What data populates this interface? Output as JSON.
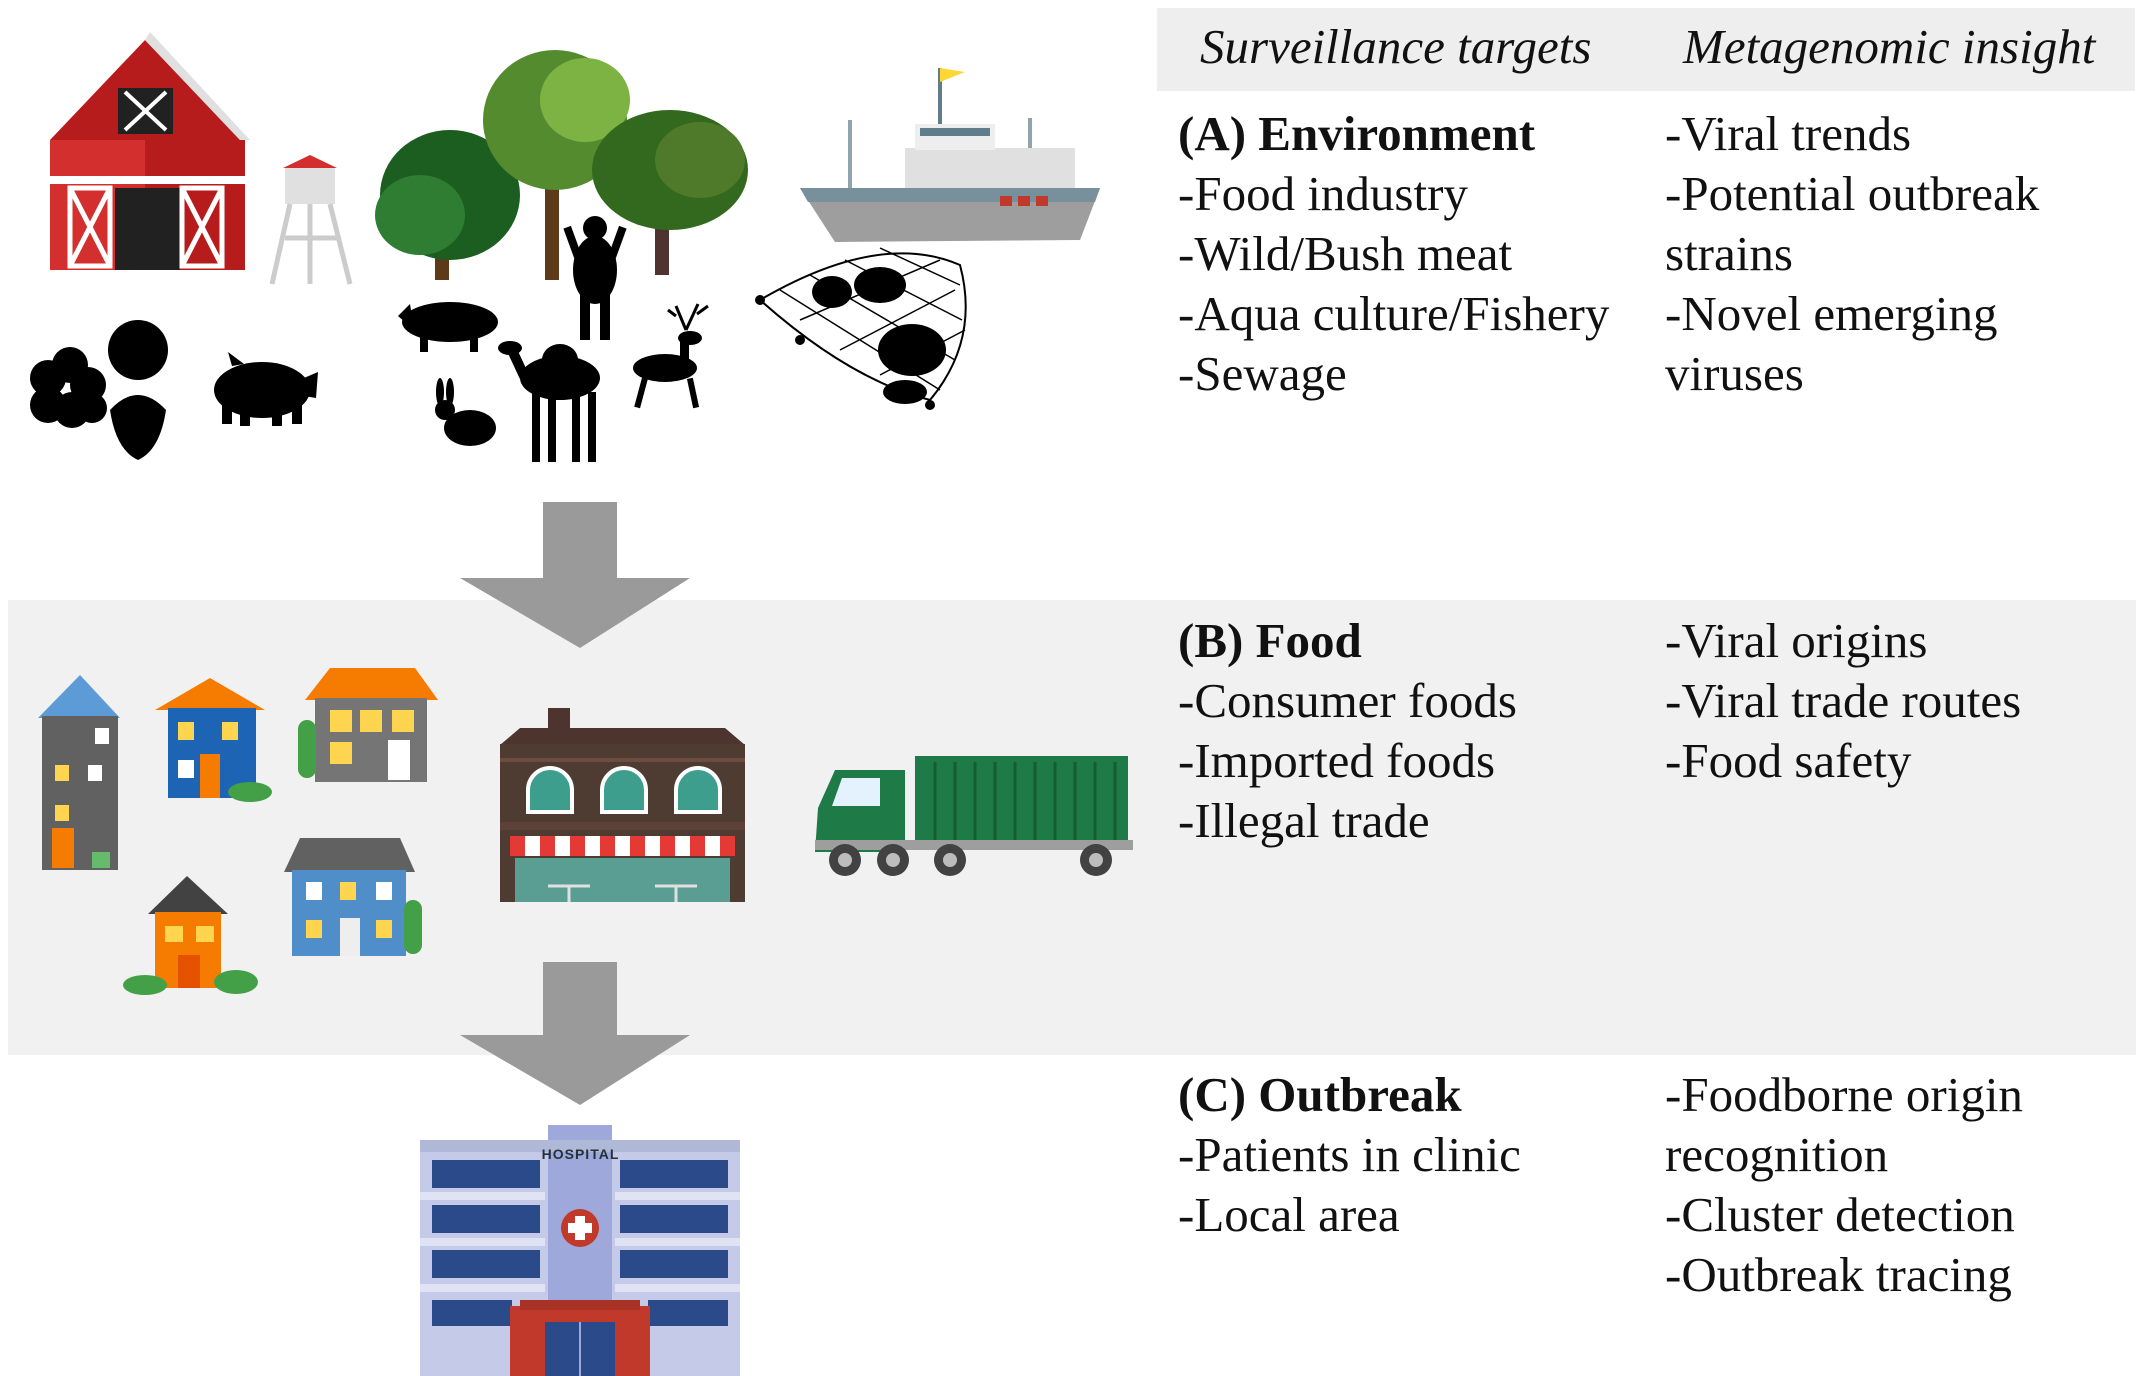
{
  "header": {
    "targets_label": "Surveillance targets",
    "insight_label": "Metagenomic insight"
  },
  "sections": {
    "environment": {
      "title": "(A) Environment",
      "targets": [
        "-Food industry",
        "-Wild/Bush meat",
        "-Aqua culture/Fishery",
        "-Sewage"
      ],
      "insights": [
        "-Viral trends",
        "-Potential outbreak strains",
        "-Novel emerging viruses"
      ]
    },
    "food": {
      "title": "(B) Food",
      "targets": [
        "-Consumer foods",
        "-Imported foods",
        "-Illegal trade"
      ],
      "insights": [
        "-Viral origins",
        "-Viral trade routes",
        "-Food safety"
      ]
    },
    "outbreak": {
      "title": "(C) Outbreak",
      "targets": [
        "-Patients in clinic",
        "-Local area"
      ],
      "insights": [
        "-Foodborne origin recognition",
        "-Cluster detection",
        "-Outbreak tracing"
      ]
    }
  },
  "illustrations": {
    "hospital_sign": "HOSPITAL",
    "icons": [
      "barn-icon",
      "water-tower-icon",
      "trees-icon",
      "fishing-ship-icon",
      "fishing-net-icon",
      "food-silhouettes-icon",
      "wild-animals-icon",
      "houses-icon",
      "restaurant-icon",
      "truck-icon",
      "hospital-icon",
      "down-arrow-icon"
    ]
  },
  "colors": {
    "band": "#f1f1f1",
    "header_band": "#eeeeee",
    "arrow": "#9a9a9a",
    "barn_red": "#d32f2f",
    "tree_green": "#3f7d2e",
    "truck_green": "#1e7a46",
    "hospital_blue": "#2b4a8a",
    "hospital_red": "#c0392b"
  }
}
